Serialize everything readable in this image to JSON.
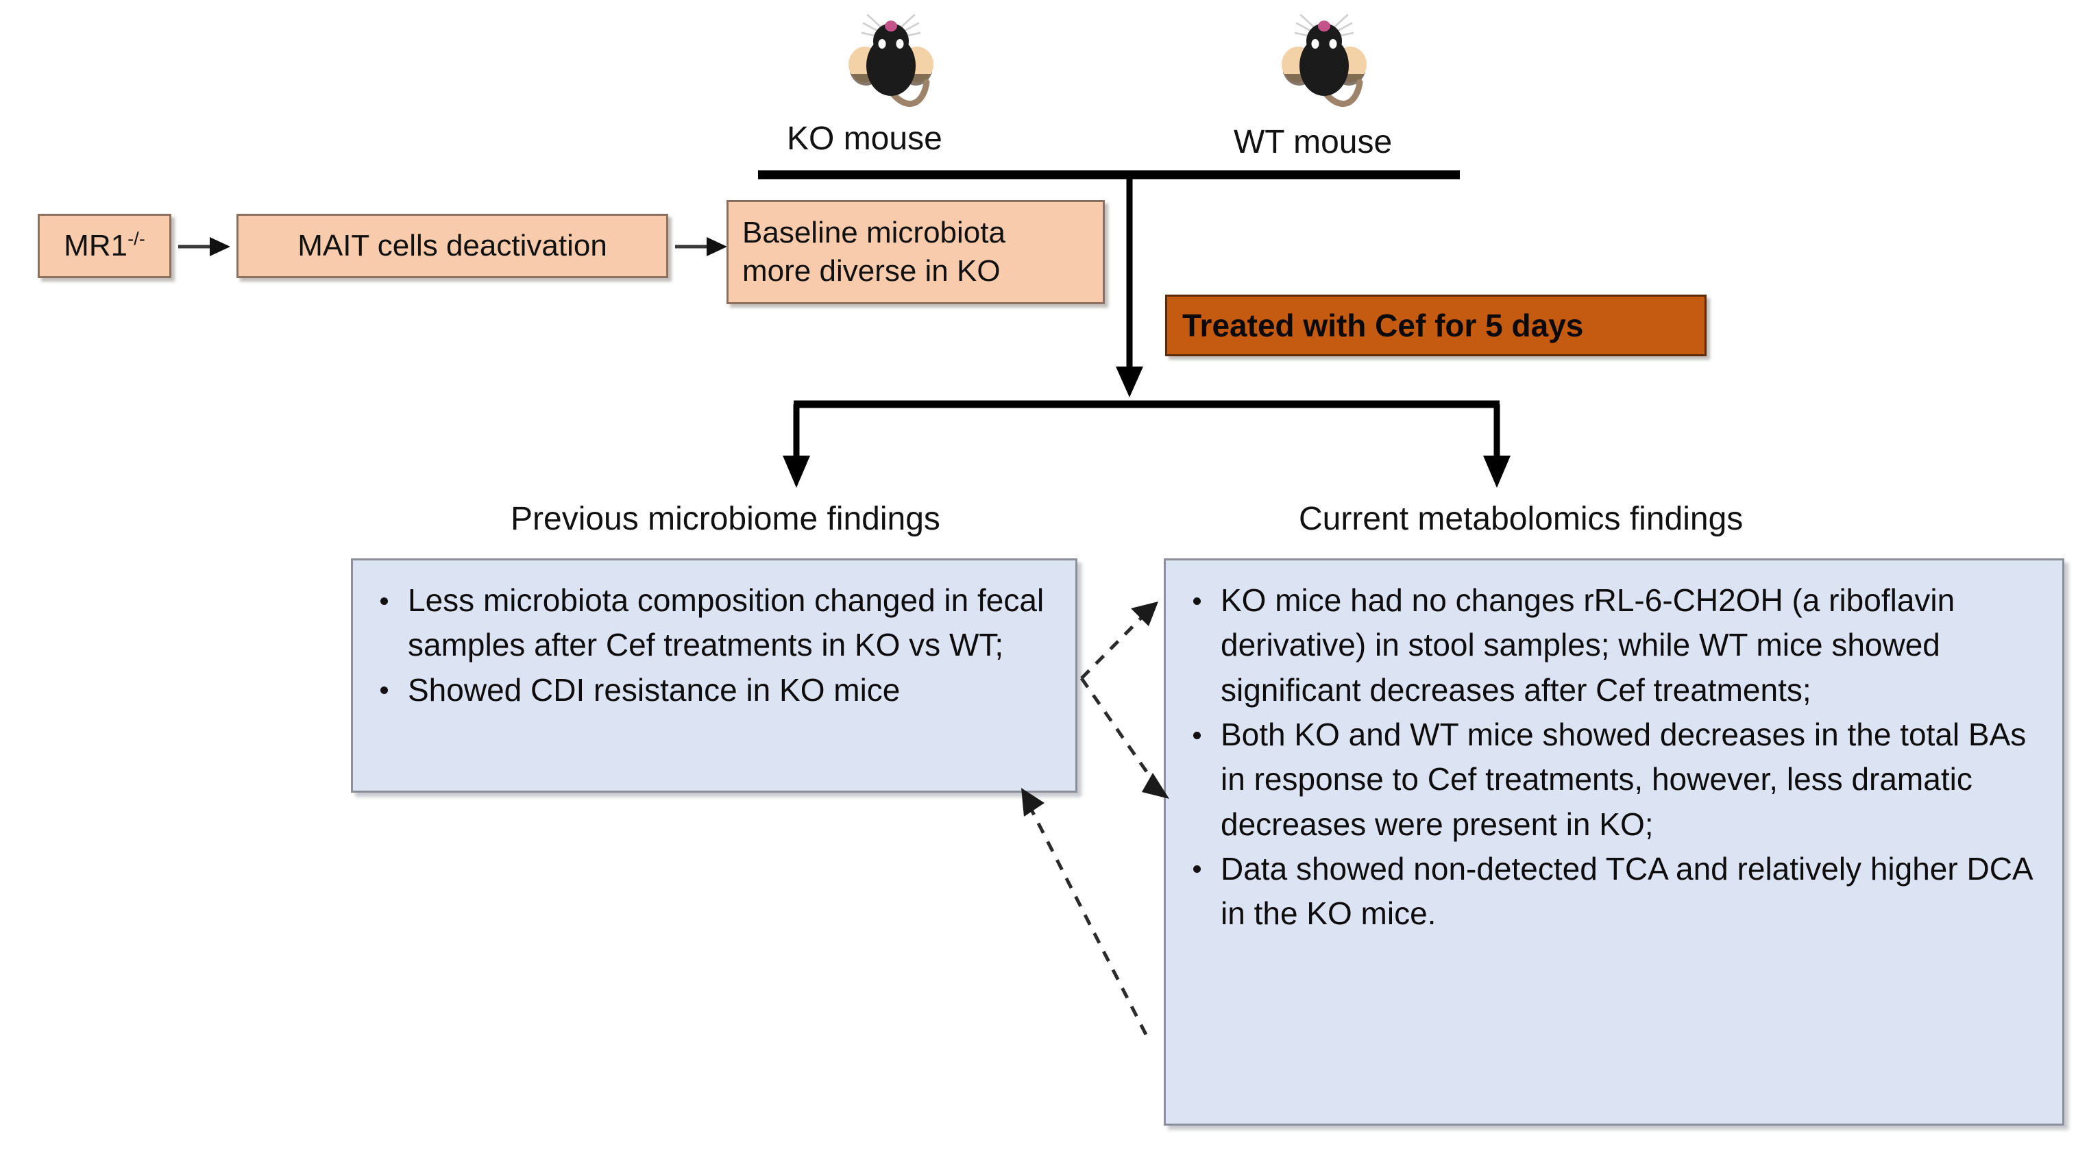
{
  "figure": {
    "type": "flow-diagram",
    "title": "MAIT cell knockout mouse microbiome and metabolomics study schematic"
  },
  "mice": [
    {
      "id": "ko",
      "label": "KO mouse",
      "icon": "mouse-icon"
    },
    {
      "id": "wt",
      "label": "WT mouse",
      "icon": "mouse-icon"
    }
  ],
  "pathway": {
    "boxes": [
      {
        "id": "mr1",
        "text_main": "MR1",
        "text_sup": "-/-"
      },
      {
        "id": "mait",
        "text": "MAIT cells deactivation"
      },
      {
        "id": "baseline",
        "line1": "Baseline microbiota",
        "line2": "more diverse in KO"
      }
    ],
    "arrow_glyph": "→"
  },
  "treatment": {
    "label": "Treated with Cef for 5 days"
  },
  "findings": {
    "previous": {
      "heading": "Previous microbiome findings",
      "bullets": [
        "Less microbiota composition changed in fecal samples after Cef treatments in KO vs WT;",
        "Showed CDI resistance in KO mice"
      ]
    },
    "current": {
      "heading": "Current metabolomics findings",
      "bullets": [
        "KO mice had no changes rRL-6-CH2OH (a riboflavin derivative) in stool samples; while WT mice showed significant decreases after Cef treatments;",
        "Both KO and WT mice showed decreases in the total BAs in response to Cef treatments, however, less dramatic decreases were present in KO;",
        "Data showed non-detected TCA and relatively higher DCA in the KO mice."
      ]
    }
  },
  "colors": {
    "peach_fill": "#F8CBAD",
    "peach_border": "#8C7060",
    "orange_fill": "#C55A11",
    "blue_fill": "#DCE4F3",
    "blue_border": "#8A8F9A",
    "connector": "#000000",
    "mouse_body": "#1b1b1b",
    "mouse_ear": "#F3D2A8",
    "mouse_nose": "#C2548A",
    "mouse_tail": "#9C8369"
  }
}
